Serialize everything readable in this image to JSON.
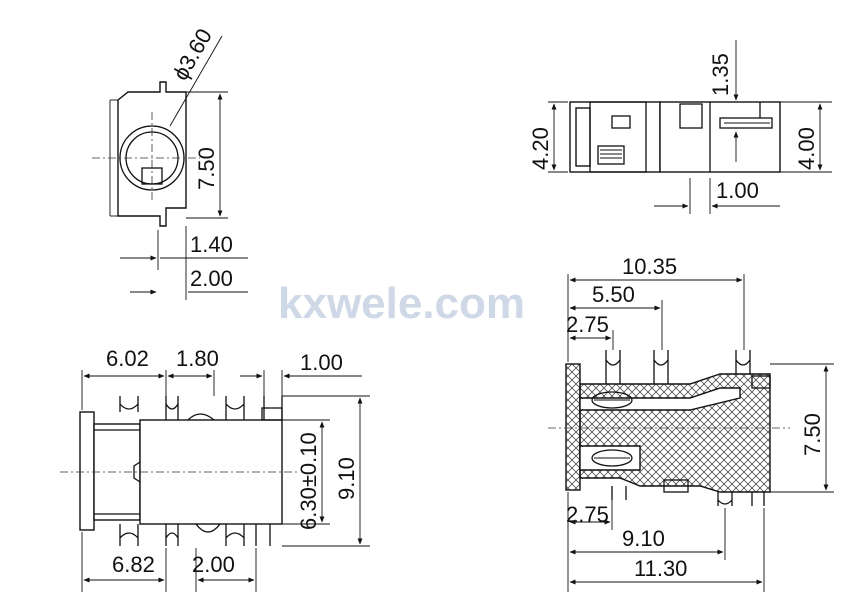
{
  "watermark": "kxwele.com",
  "views": {
    "front": {
      "diameter": "ϕ3.60",
      "height": "7.50",
      "pin_offset": "1.40",
      "pin_gap": "2.00"
    },
    "side": {
      "height_left": "4.20",
      "height_right": "4.00",
      "top_step": "1.35",
      "pin_width": "1.00"
    },
    "top": {
      "pitch_a": "6.02",
      "pitch_b": "1.80",
      "pin_width": "1.00",
      "center_height": "6.30±0.10",
      "total_height": "9.10",
      "bottom_a": "6.82",
      "bottom_b": "2.00"
    },
    "section": {
      "overall": "10.35",
      "mid": "5.50",
      "short": "2.75",
      "height": "7.50",
      "bottom_short": "2.75",
      "bottom_mid": "9.10",
      "bottom_overall": "11.30"
    }
  }
}
